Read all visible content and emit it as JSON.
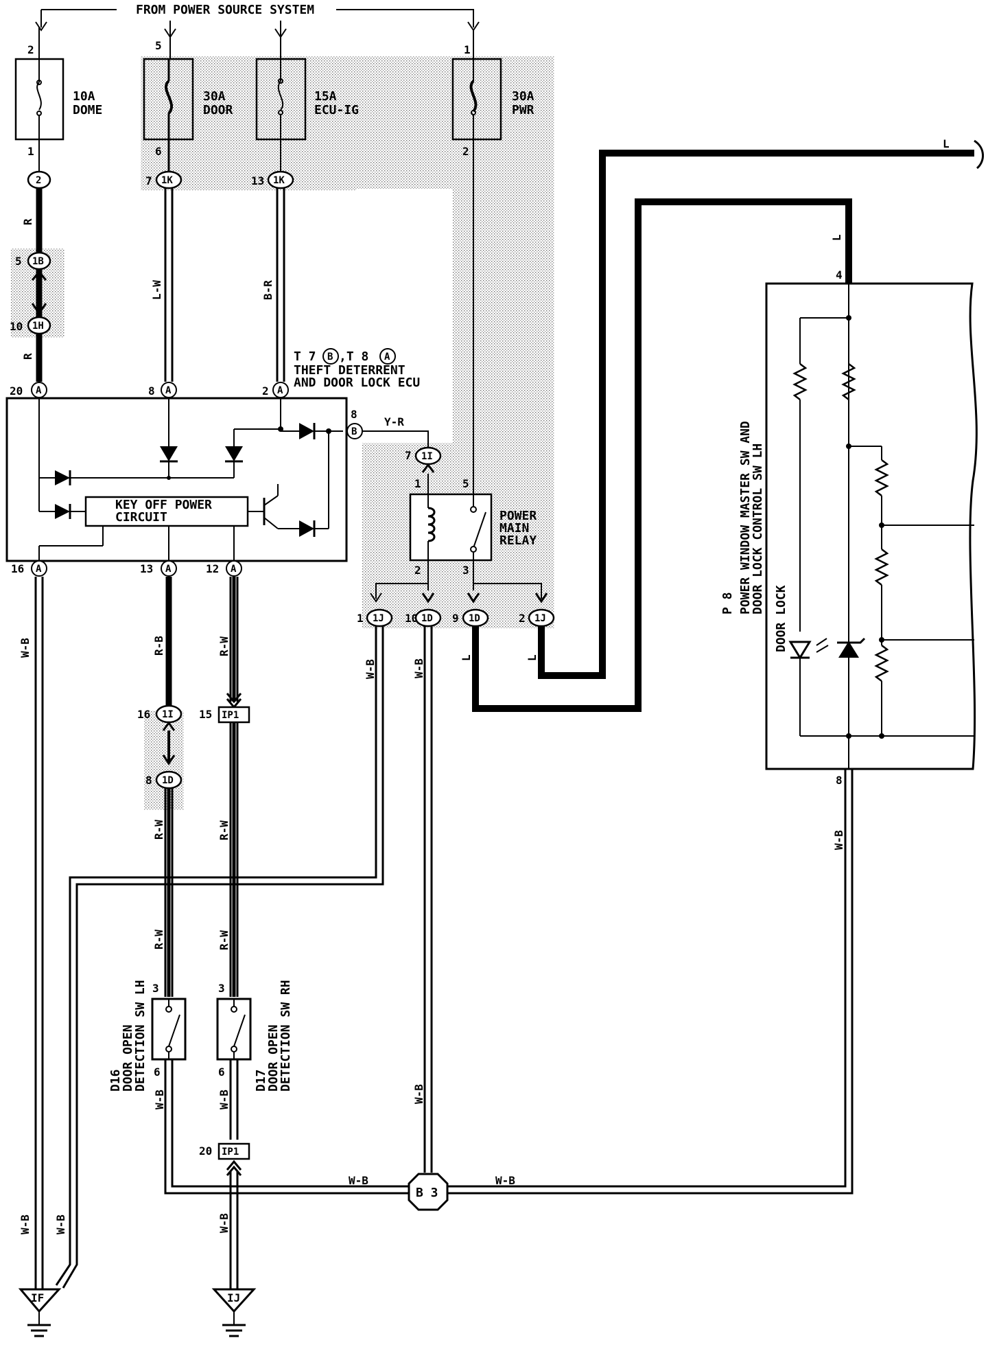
{
  "header": "FROM POWER SOURCE SYSTEM",
  "fuses": [
    {
      "id": "dome",
      "in_pin": "2",
      "out_pin": "1",
      "amps": "10A",
      "name": "DOME"
    },
    {
      "id": "door",
      "in_pin": "5",
      "out_pin": "6",
      "amps": "30A",
      "name": "DOOR"
    },
    {
      "id": "ecu",
      "in_pin": "",
      "out_pin": "",
      "amps": "15A",
      "name": "ECU-IG"
    },
    {
      "id": "pwr",
      "in_pin": "1",
      "out_pin": "2",
      "amps": "30A",
      "name": "PWR"
    }
  ],
  "connectors": {
    "c2": {
      "label": "2"
    },
    "c1k_a": {
      "pin": "7",
      "label": "1K"
    },
    "c1k_b": {
      "pin": "13",
      "label": "1K"
    },
    "c1b": {
      "pin": "5",
      "label": "1B"
    },
    "c1h": {
      "pin": "10",
      "label": "1H"
    },
    "ecu20": {
      "pin": "20",
      "label": "A"
    },
    "ecu8a": {
      "pin": "8",
      "label": "A"
    },
    "ecu2": {
      "pin": "2",
      "label": "A"
    },
    "ecu8b": {
      "pin": "8",
      "label": "B"
    },
    "ecu16": {
      "pin": "16",
      "label": "A"
    },
    "ecu13": {
      "pin": "13",
      "label": "A"
    },
    "ecu12": {
      "pin": "12",
      "label": "A"
    },
    "c1i_7": {
      "pin": "7",
      "label": "1I"
    },
    "c1j_1": {
      "pin": "1",
      "label": "1J"
    },
    "c1d_10": {
      "pin": "10",
      "label": "1D"
    },
    "c1d_9": {
      "pin": "9",
      "label": "1D"
    },
    "c1j_2": {
      "pin": "2",
      "label": "1J"
    },
    "c1i_16": {
      "pin": "16",
      "label": "1I"
    },
    "c1d_8": {
      "pin": "8",
      "label": "1D"
    },
    "ip1_15": {
      "pin": "15",
      "label": "IP1"
    },
    "ip1_20": {
      "pin": "20",
      "label": "IP1"
    },
    "b3": {
      "label": "B 3"
    }
  },
  "ecu": {
    "ref_line": [
      "T 7",
      ",T 8"
    ],
    "ref_b": "B",
    "ref_a": "A",
    "name_line1": "THEFT DETERRENT",
    "name_line2": "AND DOOR LOCK ECU",
    "circuit_line1": "KEY OFF POWER",
    "circuit_line2": "CIRCUIT"
  },
  "relay": {
    "line1": "POWER",
    "line2": "MAIN",
    "line3": "RELAY",
    "pins": [
      "1",
      "5",
      "2",
      "3"
    ]
  },
  "wire_colors": {
    "r_top": "R",
    "r_mid": "R",
    "lw": "L-W",
    "br": "B-R",
    "yr": "Y-R",
    "wb_16": "W-B",
    "rb": "R-B",
    "rw_12": "R-W",
    "wb_1j": "W-B",
    "wb_1d": "W-B",
    "l_9": "L",
    "l_2": "L",
    "l_top": "L",
    "l_right": "L",
    "rw_d16": "R-W",
    "rw_ip1": "R-W",
    "rw_d16b": "R-W",
    "rw_ip1b": "R-W",
    "wb_d16": "W-B",
    "wb_d17": "W-B",
    "wb_1d_low": "W-B",
    "wb_b3_left": "W-B",
    "wb_b3_right": "W-B",
    "wb_p8": "W-B",
    "wb_gnd1": "W-B",
    "wb_gnd2": "W-B",
    "wb_gnd3": "W-B"
  },
  "switches": {
    "d16": {
      "top_pin": "3",
      "bot_pin": "6",
      "ref": "D16",
      "line1": "DOOR OPEN",
      "line2": "DETECTION SW LH"
    },
    "d17": {
      "top_pin": "3",
      "bot_pin": "6",
      "ref": "D17",
      "line1": "DOOR OPEN",
      "line2": "DETECTION SW RH"
    }
  },
  "p8": {
    "ref": "P 8",
    "line1": "POWER WINDOW MASTER SW AND",
    "line2": "DOOR LOCK CONTROL SW LH",
    "indicator": "DOOR LOCK",
    "pin_top": "4",
    "pin_bot": "8"
  },
  "grounds": [
    {
      "label": "IF"
    },
    {
      "label": "IJ"
    }
  ]
}
